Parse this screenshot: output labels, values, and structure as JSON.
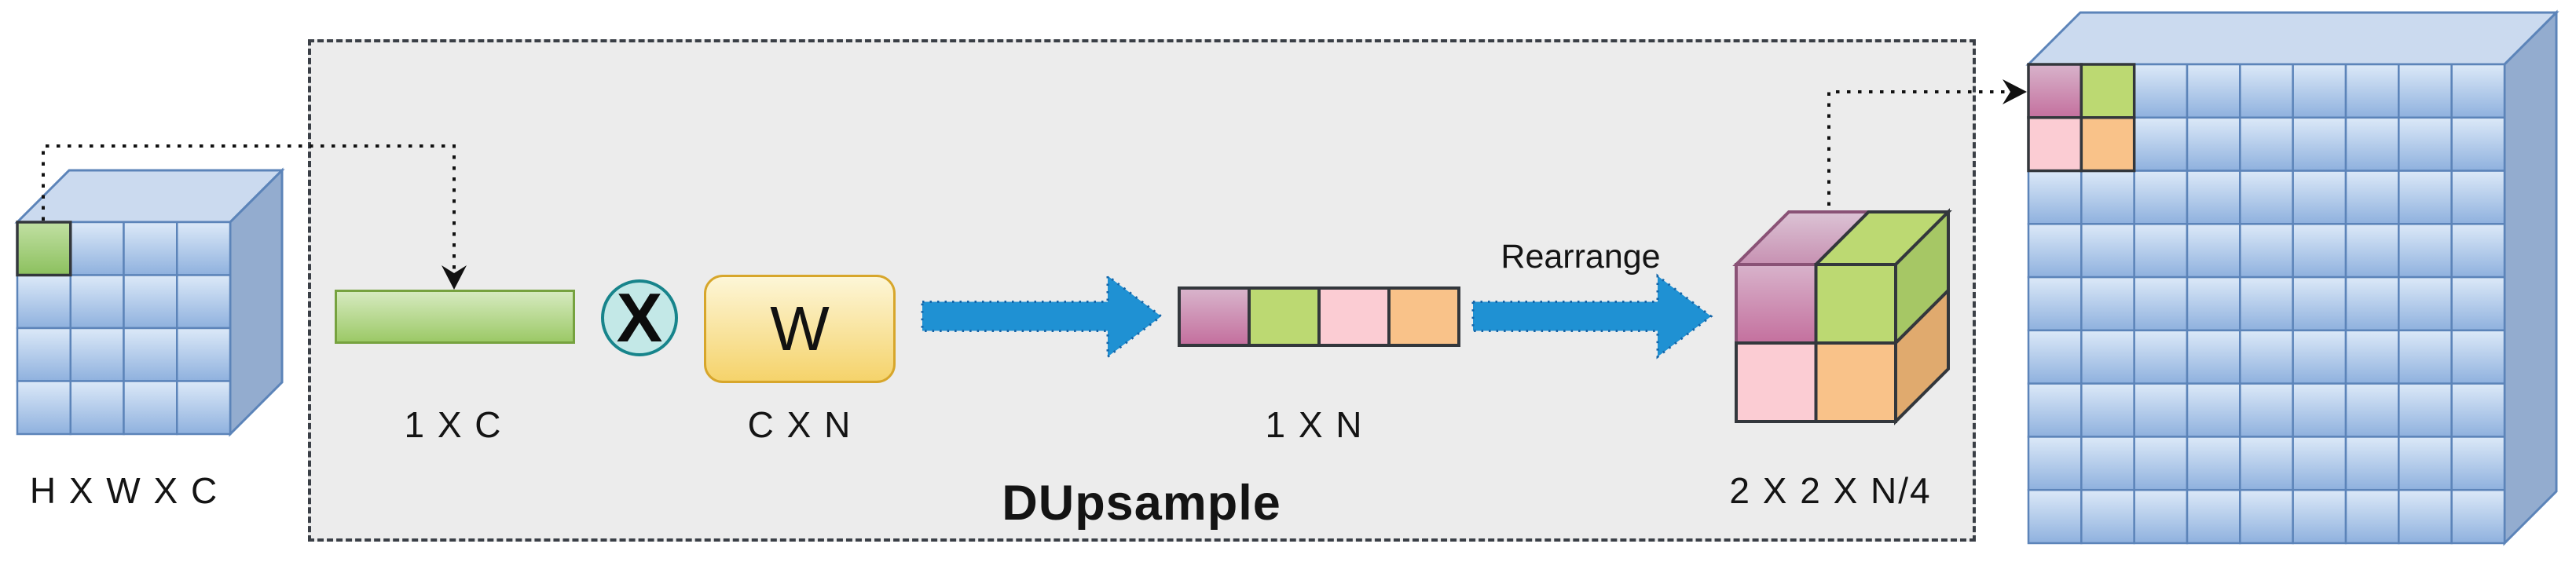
{
  "figure": {
    "title": "DUpsample",
    "rearrange_label": "Rearrange",
    "multiply_symbol": "X",
    "weight_symbol": "W",
    "input_dims_label": "H X W X C",
    "feature_vector_label": "1 X C",
    "weight_matrix_label": "C X N",
    "result_vector_label": "1 X N",
    "rearranged_block_label": "2 X 2 X N/4"
  },
  "palette": {
    "background": "#ffffff",
    "panel_fill": "#ececec",
    "panel_border": "#3a3f46",
    "text": "#141414",
    "cube_top": "#cbdaef",
    "cube_side": "#93accf",
    "cube_stroke": "#5c84b9",
    "dark_stroke": "#33373c",
    "connector": "#111111",
    "arrow_fill": "#1f91d3",
    "arrow_border": "#1565a8",
    "green_bar_border": "#76a23f",
    "teal_fill": "#c3e8e7",
    "teal_border": "#17848b",
    "yellow_border": "#d7a62b",
    "magenta_border": "#8a5276",
    "blue_cell": {
      "light": "#dce9f8",
      "dark": "#8fb1de"
    },
    "green_cell": {
      "light": "#c1e0a3",
      "dark": "#8cc05e"
    },
    "green_bar": {
      "light": "#d6eabf",
      "dark": "#9cc967"
    },
    "yellow": {
      "light": "#fdf6d7",
      "dark": "#f5d36b"
    },
    "magenta": {
      "light": "#d8b3cb",
      "dark": "#c4709e"
    },
    "magenta_top": {
      "light": "#dcc3d5",
      "dark": "#c791b2"
    },
    "green_flat": "#bcd972",
    "green_side": "#a6c765",
    "pink": "#fbccd3",
    "orange": "#f9c289",
    "orange_side": "#e0aa6e"
  },
  "input_cube": {
    "cols": 4,
    "rows": 4,
    "colored_cells": [
      {
        "row": 0,
        "col": 0,
        "fill": "green_cell"
      }
    ]
  },
  "output_cube": {
    "cols": 9,
    "rows": 9,
    "colored_cells": [
      {
        "row": 0,
        "col": 0,
        "fill": "magenta"
      },
      {
        "row": 0,
        "col": 1,
        "fill": "green_flat"
      },
      {
        "row": 1,
        "col": 0,
        "fill": "pink"
      },
      {
        "row": 1,
        "col": 1,
        "fill": "orange"
      }
    ]
  },
  "block_cube": {
    "front": [
      "magenta",
      "green_flat",
      "pink",
      "orange"
    ],
    "top": [
      "magenta_top",
      "green_flat"
    ],
    "side": [
      "green_side",
      "orange_side"
    ]
  },
  "vector_row_cells": [
    "magenta",
    "green_flat",
    "pink",
    "orange"
  ]
}
